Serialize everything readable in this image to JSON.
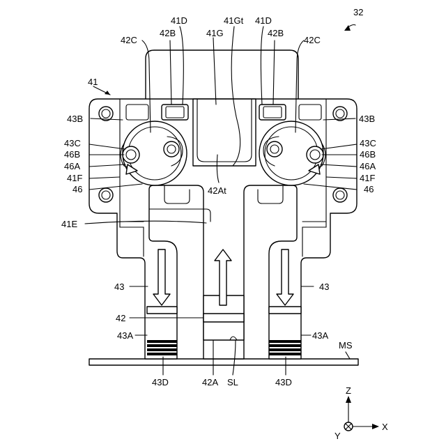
{
  "figure_number": "32",
  "labels": {
    "top_left_42C": "42C",
    "top_left_42B": "42B",
    "top_left_41D": "41D",
    "top_41G": "41G",
    "top_41Gt": "41Gt",
    "top_right_41D": "41D",
    "top_right_42B": "42B",
    "top_right_42C": "42C",
    "ref_41": "41",
    "left_43B": "43B",
    "right_43B": "43B",
    "left_43C": "43C",
    "right_43C": "43C",
    "left_46B": "46B",
    "right_46B": "46B",
    "left_46A": "46A",
    "right_46A": "46A",
    "left_41F": "41F",
    "right_41F": "41F",
    "left_46": "46",
    "right_46": "46",
    "center_42At": "42At",
    "left_41E": "41E",
    "left_43": "43",
    "right_43": "43",
    "center_42": "42",
    "left_43A": "43A",
    "right_43A": "43A",
    "ms": "MS",
    "bottom_left_43D": "43D",
    "bottom_42A": "42A",
    "bottom_SL": "SL",
    "bottom_right_43D": "43D"
  },
  "axes": {
    "z": "Z",
    "x": "X",
    "y": "Y"
  }
}
